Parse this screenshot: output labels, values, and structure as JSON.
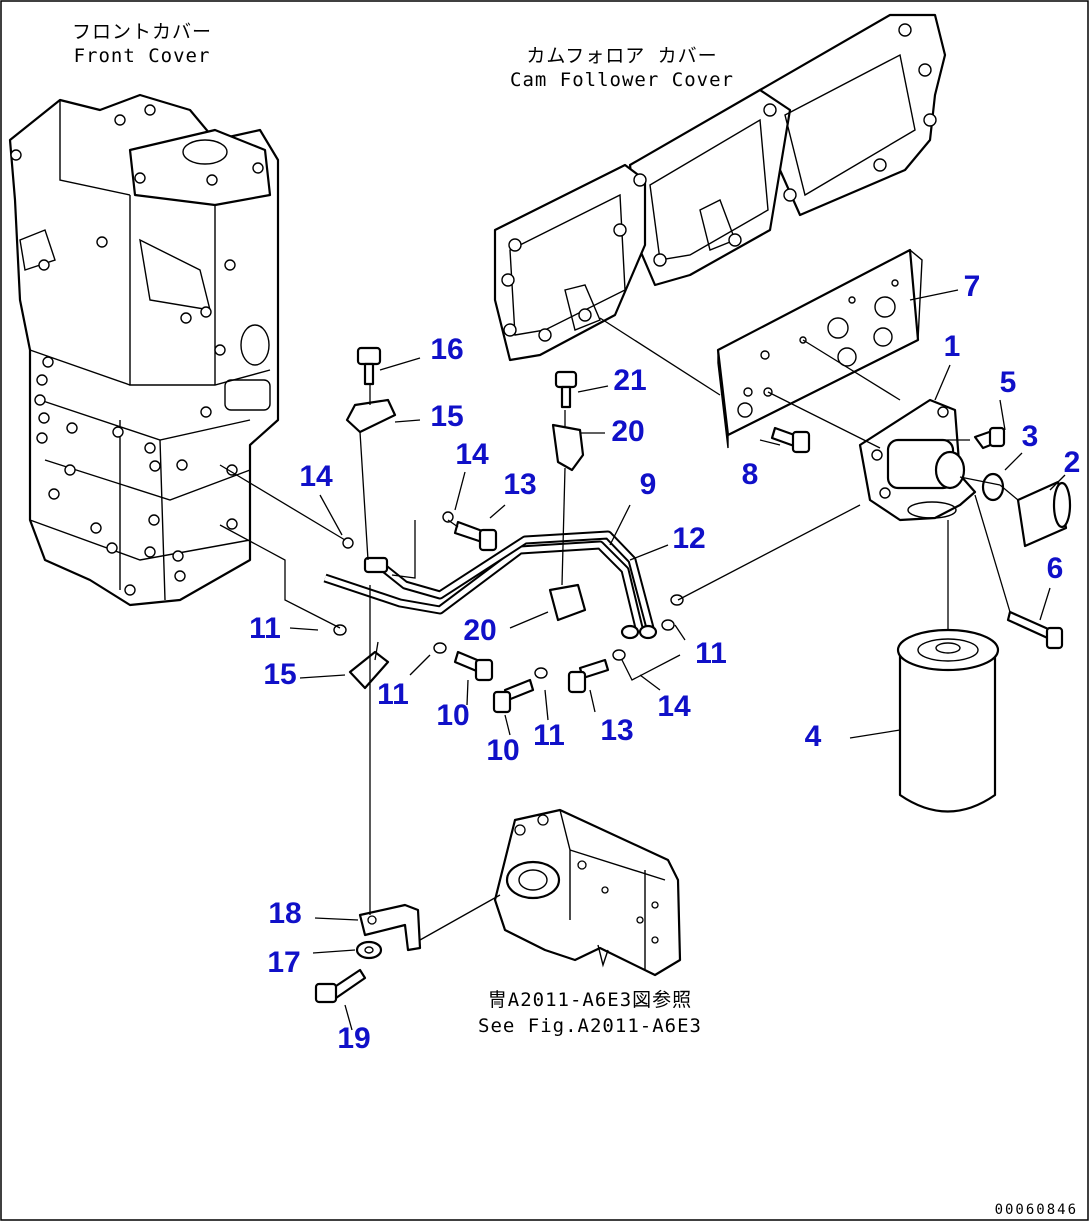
{
  "labels": {
    "front_cover_jp": "フロントカバー",
    "front_cover_en": "Front Cover",
    "cam_cover_jp": "カムフォロア カバー",
    "cam_cover_en": "Cam Follower Cover",
    "see_fig_jp": "冑A2011-A6E3図参照",
    "see_fig_en": "See Fig.A2011-A6E3",
    "drawing_number": "00060846"
  },
  "callouts": [
    "7",
    "1",
    "5",
    "3",
    "2",
    "6",
    "4",
    "16",
    "15",
    "21",
    "20",
    "14",
    "14",
    "13",
    "9",
    "12",
    "8",
    "11",
    "20",
    "11",
    "15",
    "11",
    "10",
    "10",
    "11",
    "13",
    "14",
    "18",
    "17",
    "19"
  ]
}
